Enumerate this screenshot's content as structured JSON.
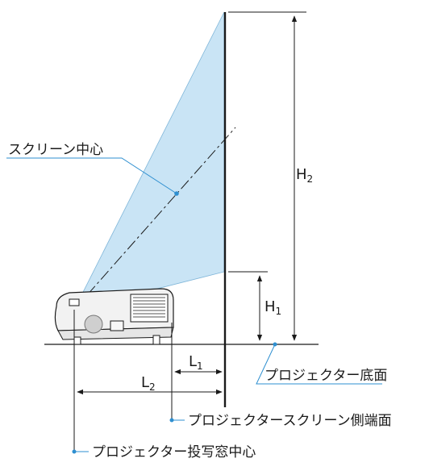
{
  "labels": {
    "screen_center": "スクリーン中心",
    "h2": "H",
    "h2_sub": "2",
    "h1": "H",
    "h1_sub": "1",
    "l1": "L",
    "l1_sub": "1",
    "l2": "L",
    "l2_sub": "2",
    "projector_bottom": "プロジェクター底面",
    "projector_screen_side": "プロジェクタースクリーン側端面",
    "projector_window_center": "プロジェクター投写窓中心"
  },
  "colors": {
    "beam_fill": "#c9e4f5",
    "leader": "#2e8fd0",
    "line": "#1a1a1a"
  }
}
